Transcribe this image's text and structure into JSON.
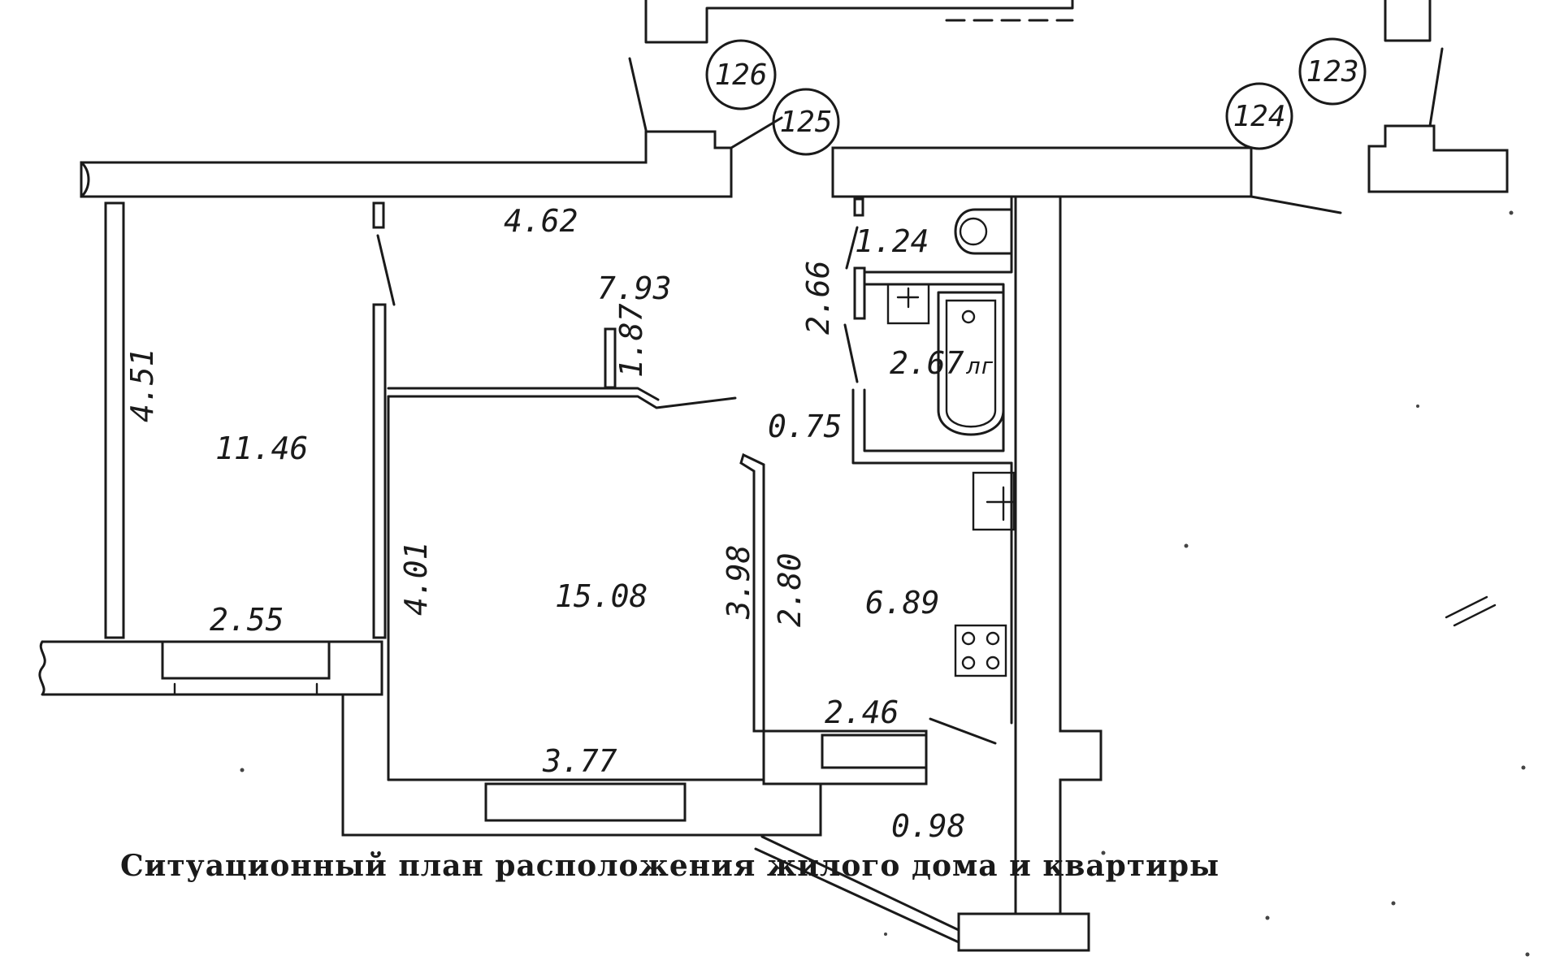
{
  "caption": "Ситуационный план расположения жилого дома и квартиры",
  "building_numbers": [
    "126",
    "125",
    "124",
    "123"
  ],
  "rooms": {
    "room_left_area": "11.46",
    "room_left_height": "4.51",
    "room_left_width": "2.55",
    "hall_length": "4.62",
    "hall_area": "7.93",
    "hall_depth": "1.87",
    "room_main_area": "15.08",
    "room_main_width": "3.77",
    "room_main_left_dim": "4.01",
    "room_main_right_dim": "3.98",
    "kitchen_depth": "2.80",
    "kitchen_area": "6.89",
    "kitchen_width": "2.46",
    "bath_width": "1.24",
    "bath_depth": "2.66",
    "bath_area": "2.67",
    "bath_label": "лг",
    "corridor_width": "0.75",
    "balcony_area": "0.98"
  },
  "colors": {
    "ink": "#1a1a1a",
    "paper": "#ffffff"
  }
}
